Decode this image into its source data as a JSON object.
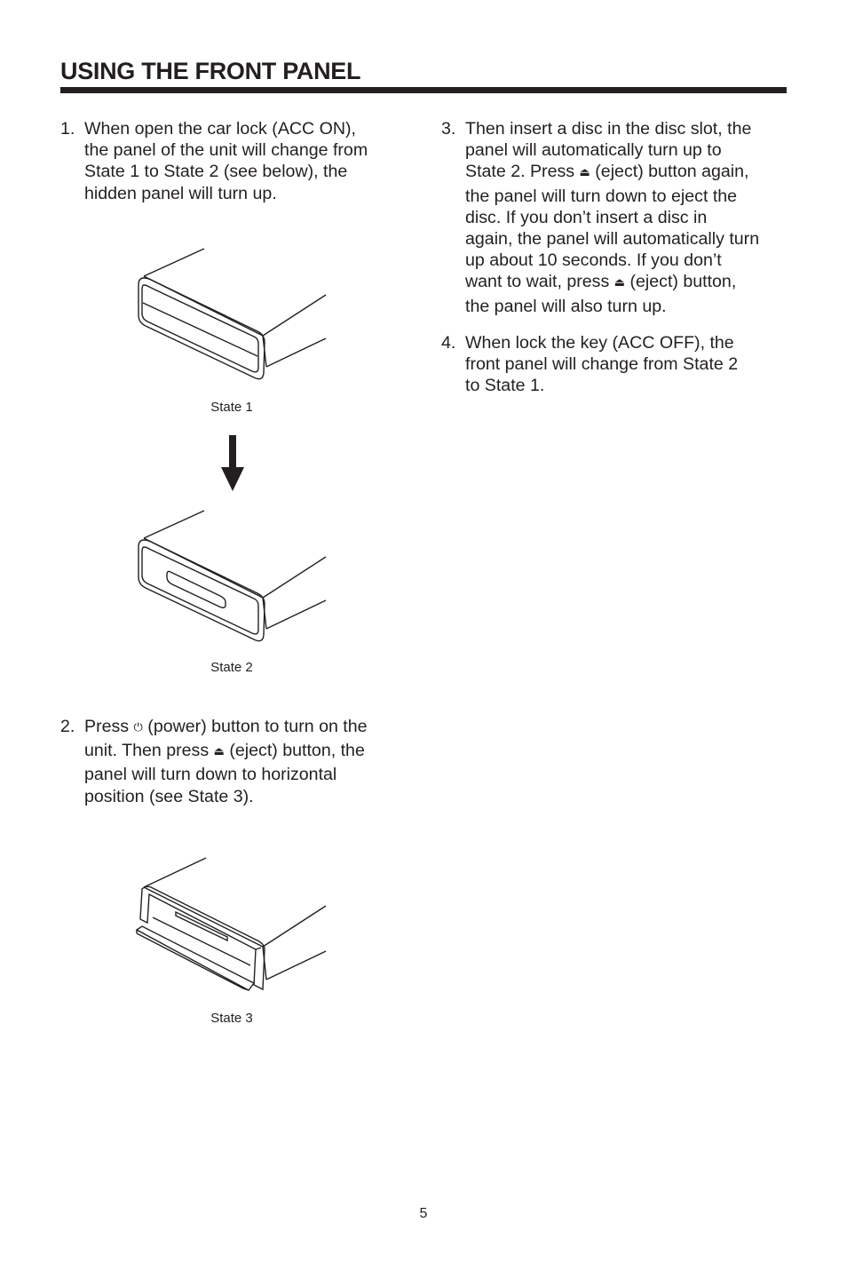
{
  "page": {
    "title": "USING THE FRONT PANEL",
    "page_number": "5"
  },
  "steps": [
    {
      "num": "1.",
      "lines": [
        "When open the car lock (ACC ON),",
        "the panel of the unit will change from",
        "State 1 to State 2 (see below), the",
        "hidden panel will turn up."
      ]
    },
    {
      "num": "2.",
      "line1_a": "Press",
      "line1_icon": "⏻",
      "line1_b": "(power) button to turn on the",
      "line2_a": "unit.  Then press",
      "line2_icon": "⏏",
      "line2_b": "(eject) button, the",
      "lines_rest": [
        "panel will turn down to horizontal",
        "position (see State 3)."
      ]
    },
    {
      "num": "3.",
      "line1": "Then insert a disc in the disc slot, the",
      "line2": "panel will automatically turn up to",
      "line3_a": "State 2.  Press",
      "line3_icon": "⏏",
      "line3_b": "(eject) button again,",
      "mid": [
        "the panel will turn down to eject the",
        "disc.  If you don’t insert a disc in",
        "again, the panel will automatically turn",
        "up about 10 seconds.  If you don’t"
      ],
      "line8_a": "want to wait, press",
      "line8_icon": "⏏",
      "line8_b": "(eject) button,",
      "line9": "the panel will also turn up."
    },
    {
      "num": "4.",
      "lines": [
        "When lock the key (ACC OFF), the",
        "front panel will change from State 2",
        "to State 1."
      ]
    }
  ],
  "figures": {
    "state1_caption": "State 1",
    "state2_caption": "State 2",
    "state3_caption": "State 3",
    "arrow_icon": "arrow-down-icon",
    "line_color": "#231f20"
  }
}
